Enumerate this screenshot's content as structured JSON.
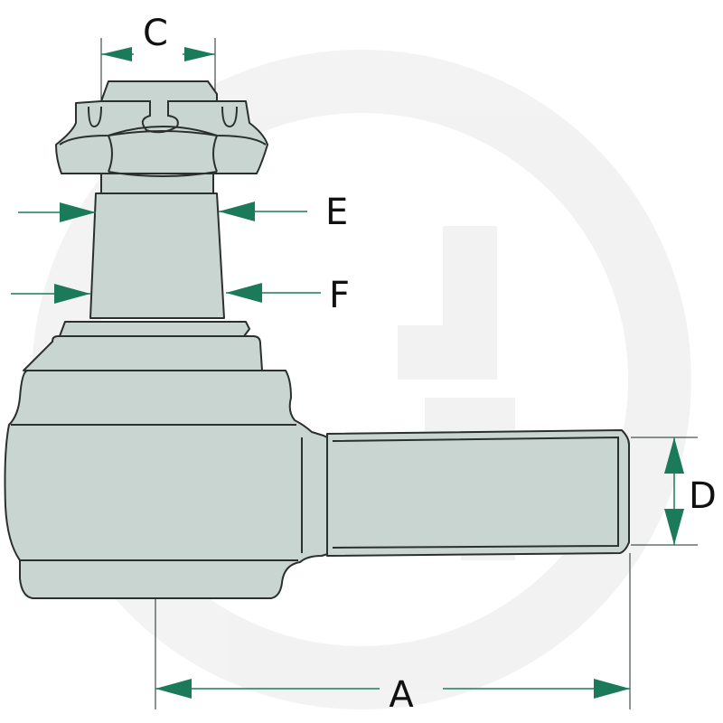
{
  "labels": {
    "A": "A",
    "C": "C",
    "D": "D",
    "E": "E",
    "F": "F"
  },
  "colors": {
    "part_fill": "#c9d5d0",
    "arrow": "#1a7a5a",
    "outline": "#2a302e"
  },
  "watermark": "g-logo"
}
